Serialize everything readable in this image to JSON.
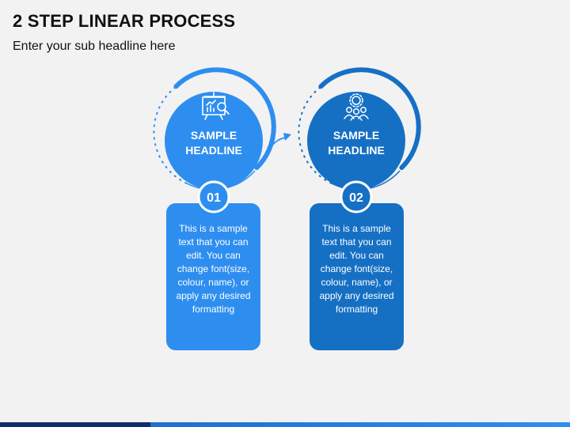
{
  "header": {
    "title": "2 STEP LINEAR PROCESS",
    "subtitle": "Enter your sub headline here"
  },
  "colors": {
    "step1": "#2e8ef0",
    "step2": "#1570c4",
    "footer_dark": "#0d2e6e",
    "footer_light": "#2e8ef0"
  },
  "steps": [
    {
      "number": "01",
      "headline_line1": "SAMPLE",
      "headline_line2": "HEADLINE",
      "icon": "presentation-chart-search-icon",
      "body": "This is a sample text that you can edit. You can change font(size, colour, name), or apply any desired formatting"
    },
    {
      "number": "02",
      "headline_line1": "SAMPLE",
      "headline_line2": "HEADLINE",
      "icon": "team-gear-icon",
      "body": "This is a sample text that you can edit. You can change font(size, colour, name), or apply any desired formatting"
    }
  ]
}
